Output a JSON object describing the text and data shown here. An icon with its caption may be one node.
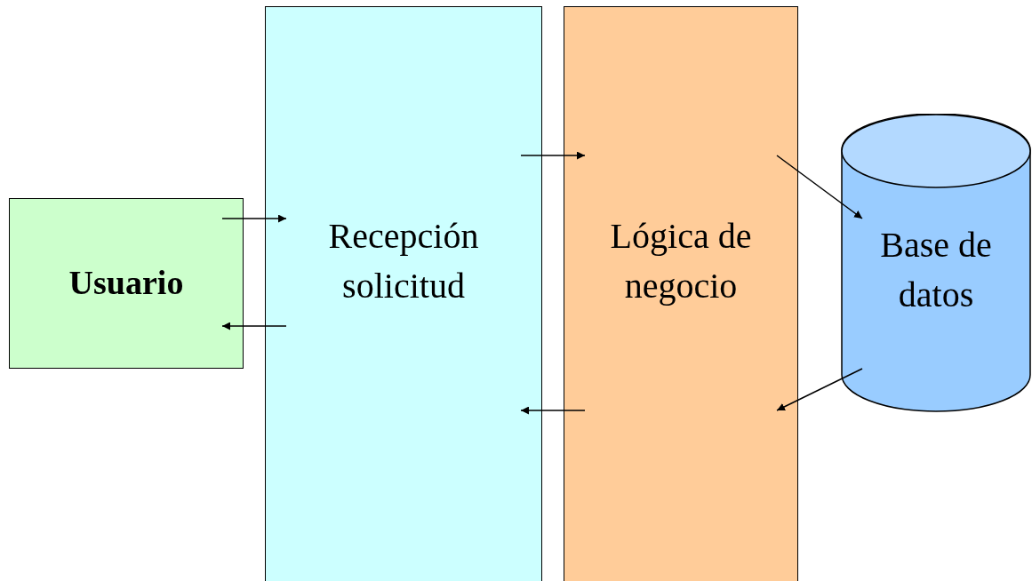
{
  "diagram": {
    "nodes": [
      {
        "text": [
          "Usuario"
        ]
      },
      {
        "text": [
          "Recepción solicitud"
        ]
      },
      {
        "text": [
          "Lógica de negocio"
        ]
      },
      {
        "text": [
          "Base de datos"
        ]
      }
    ],
    "edges": [
      {
        "from": 0,
        "to": 1,
        "arrow": "to"
      },
      {
        "from": 1,
        "to": 0,
        "arrow": "to"
      },
      {
        "from": 1,
        "to": 2,
        "arrow": "to"
      },
      {
        "from": 2,
        "to": 3,
        "arrow": "to"
      },
      {
        "from": 3,
        "to": 2,
        "arrow": "to"
      },
      {
        "from": 2,
        "to": 1,
        "arrow": "to"
      }
    ]
  }
}
